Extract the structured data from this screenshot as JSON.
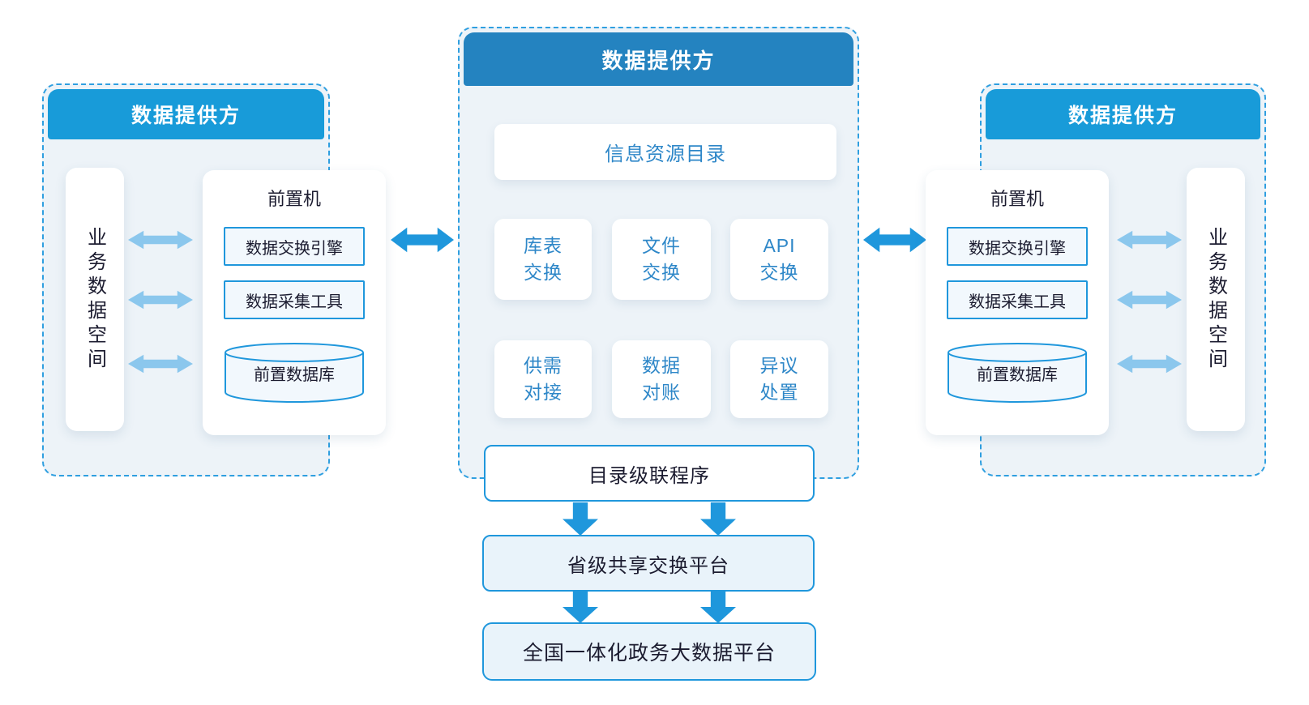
{
  "colors": {
    "side_header": "#189bd9",
    "center_header": "#2483c0",
    "panel_bg": "#edf3f8",
    "dashed": "#2f9fe0",
    "box_border": "#1f97dc",
    "blue_text": "#2e87c8",
    "dark_text": "#1b1b2f",
    "arrow_light": "#8bc7ed",
    "arrow_dark": "#1f97dc",
    "light_fill": "#f2f8fd",
    "lighter_fill": "#e9f3fa",
    "white": "#ffffff"
  },
  "left_panel": {
    "title": "数据提供方",
    "data_space": "业务数据空间",
    "frontend": {
      "title": "前置机",
      "engine": "数据交换引擎",
      "tool": "数据采集工具",
      "db": "前置数据库"
    }
  },
  "center_panel": {
    "title": "数据提供方",
    "catalog": "信息资源目录",
    "modules": [
      {
        "l1": "库表",
        "l2": "交换"
      },
      {
        "l1": "文件",
        "l2": "交换"
      },
      {
        "l1": "API",
        "l2": "交换"
      },
      {
        "l1": "供需",
        "l2": "对接"
      },
      {
        "l1": "数据",
        "l2": "对账"
      },
      {
        "l1": "异议",
        "l2": "处置"
      }
    ]
  },
  "right_panel": {
    "title": "数据提供方",
    "data_space": "业务数据空间",
    "frontend": {
      "title": "前置机",
      "engine": "数据交换引擎",
      "tool": "数据采集工具",
      "db": "前置数据库"
    }
  },
  "flow": {
    "cascade": "目录级联程序",
    "province": "省级共享交换平台",
    "national": "全国一体化政务大数据平台"
  }
}
